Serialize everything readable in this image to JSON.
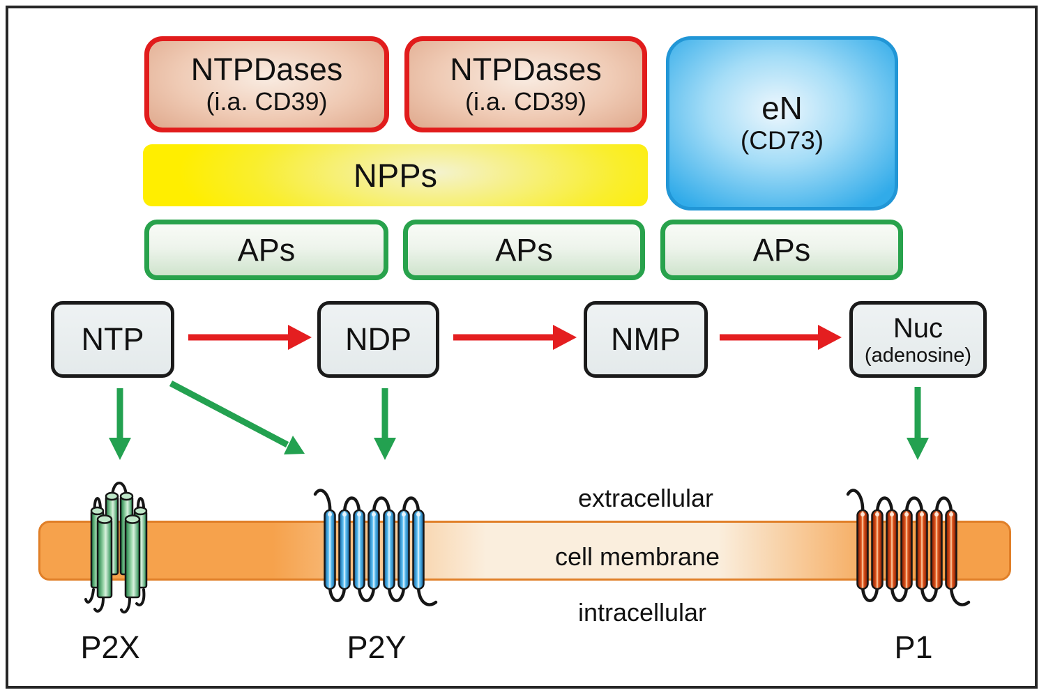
{
  "figure": {
    "enzyme_boxes": [
      {
        "title": "NTPDases",
        "subtitle": "(i.a. CD39)"
      },
      {
        "title": "NTPDases",
        "subtitle": "(i.a. CD39)"
      },
      {
        "title": "eN",
        "subtitle": "(CD73)"
      }
    ],
    "npps": {
      "label": "NPPs"
    },
    "aps": [
      {
        "label": "APs"
      },
      {
        "label": "APs"
      },
      {
        "label": "APs"
      }
    ],
    "nucleotides": [
      {
        "label": "NTP"
      },
      {
        "label": "NDP"
      },
      {
        "label": "NMP"
      },
      {
        "label": "Nuc",
        "sub": "(adenosine)"
      }
    ],
    "membrane": {
      "extracellular": "extracellular",
      "cell_membrane": "cell membrane",
      "intracellular": "intracellular"
    },
    "receptors": [
      {
        "label": "P2X"
      },
      {
        "label": "P2Y"
      },
      {
        "label": "P1"
      }
    ]
  },
  "colors": {
    "red_border": "#e11c1c",
    "arrow_red": "#e41e20",
    "arrow_green": "#23a150",
    "yellow_fill": "#ffee00",
    "blue_fill": "#31abe9",
    "green_border": "#28a24c",
    "membrane_orange": "#f6a24c"
  }
}
